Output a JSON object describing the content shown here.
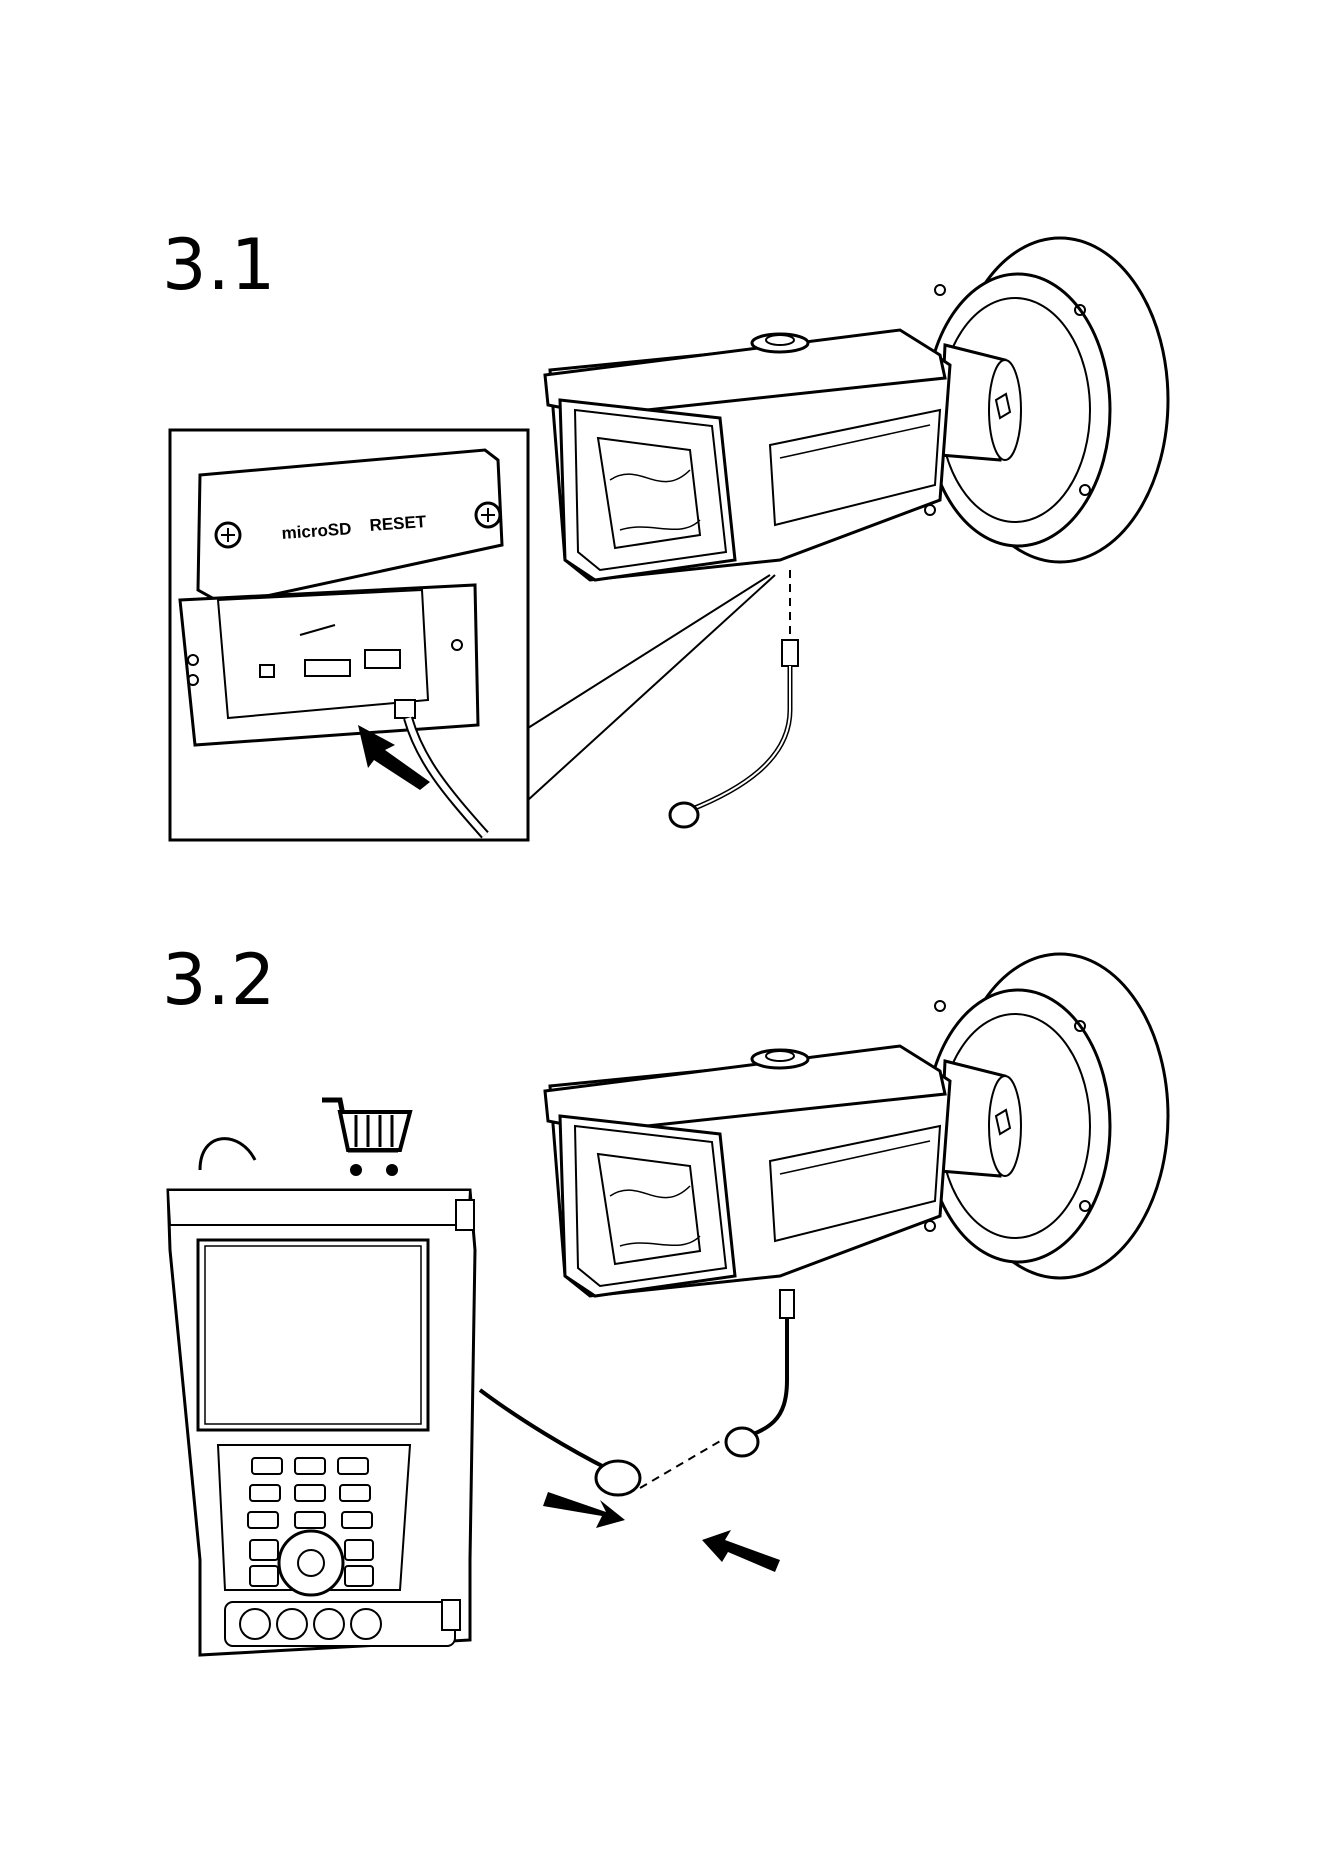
{
  "steps": [
    {
      "label": "3.1"
    },
    {
      "label": "3.2"
    }
  ],
  "detail_panel": {
    "microsd_label": "microSD",
    "reset_label": "RESET"
  },
  "icons": {
    "accessory": "shopping-cart-icon",
    "insert_direction": "arrow-icon"
  },
  "colors": {
    "line": "#000000",
    "background": "#ffffff"
  }
}
